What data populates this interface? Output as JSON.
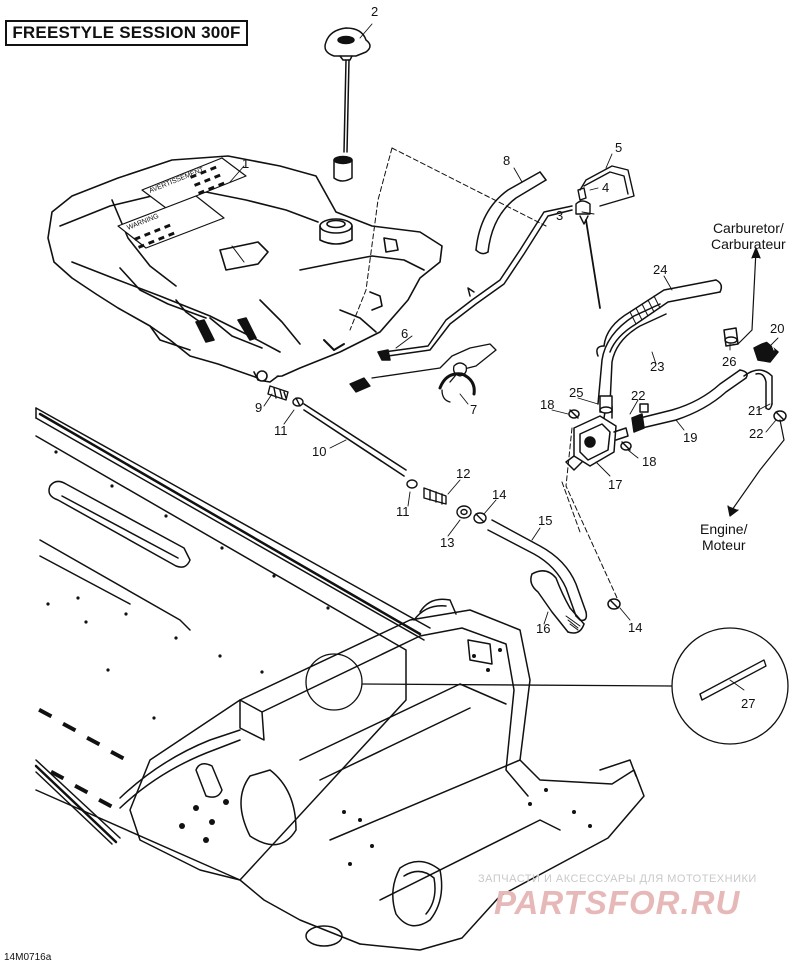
{
  "diagram": {
    "title": "FREESTYLE SESSION 300F",
    "figure_id": "14M0716a",
    "callouts": [
      "1",
      "2",
      "3",
      "4",
      "5",
      "6",
      "7",
      "8",
      "9",
      "10",
      "11",
      "11",
      "12",
      "13",
      "14",
      "14",
      "15",
      "16",
      "17",
      "18",
      "18",
      "19",
      "20",
      "21",
      "22",
      "22",
      "23",
      "24",
      "25",
      "26",
      "27"
    ],
    "destinations": {
      "carburetor": "Carburetor/\nCarburateur",
      "engine": "Engine/\nMoteur"
    },
    "tank_labels": {
      "warning": "WARNING",
      "avertissement": "AVERTISSEMENT"
    },
    "watermark": {
      "tagline": "ЗАПЧАСТИ И АКСЕССУАРЫ ДЛЯ МОТОТЕХНИКИ",
      "logo": "PARTSFOR.RU"
    }
  }
}
